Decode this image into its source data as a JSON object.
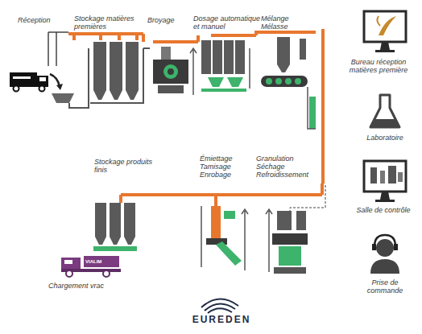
{
  "diagram": {
    "labels": [
      "Réception",
      "Stockage matières premières",
      "Broyage",
      "Dosage automatique et manuel",
      "Mélange Mélasse",
      "Bureau réception matières première",
      "Laboratoire",
      "Stockage produits finis",
      "Émiettage Tamisage Enrobage",
      "Granulation Séchage Refroidissement",
      "Salle de contrôle",
      "VIALIM",
      "Chargement vrac",
      "Prise de commande",
      "EUREDEN"
    ]
  }
}
